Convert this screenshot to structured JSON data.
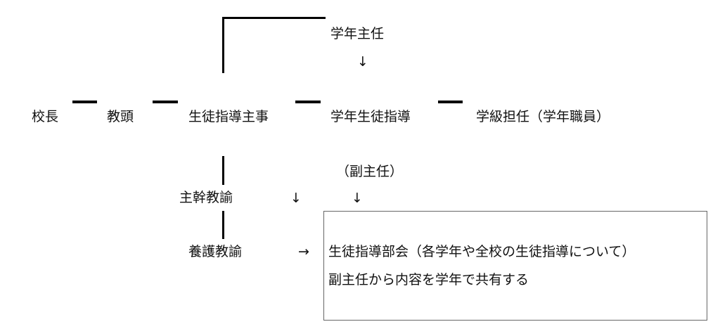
{
  "nodes": {
    "grade_head": "学年主任",
    "principal": "校長",
    "vice_principal": "教頭",
    "guidance_chief": "生徒指導主事",
    "grade_guidance": "学年生徒指導",
    "homeroom": "学級担任（学年職員）",
    "vice_head": "（副主任）",
    "senior_teacher": "主幹教諭",
    "nurse_teacher": "養護教諭"
  },
  "arrows": {
    "down": "↓",
    "right": "→"
  },
  "committee": {
    "line1": "生徒指導部会（各学年や全校の生徒指導について）",
    "line2": "副主任から内容を学年で共有する"
  }
}
